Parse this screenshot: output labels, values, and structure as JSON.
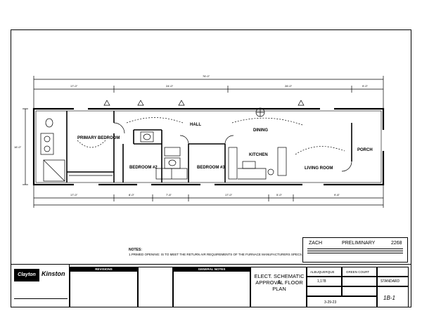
{
  "overall_dimension": "76'-0\"",
  "top_dims": [
    "17'-0\"",
    "24'-0\"",
    "26'-0\"",
    "9'-0\""
  ],
  "bottom_dims": [
    "17'-0\"",
    "8'-0\"",
    "7'-6\"",
    "17'-0\"",
    "5'-0\"",
    "9'-6\""
  ],
  "side_dim": "16'-0\"",
  "rooms": {
    "primary_bedroom": "PRIMARY BEDROOM",
    "hall": "HALL",
    "dining": "DINING",
    "kitchen": "KITCHEN",
    "porch": "PORCH",
    "living_room": "LIVING ROOM",
    "bedroom2": "BEDROOM #2",
    "bedroom3": "BEDROOM #3"
  },
  "notes": {
    "title": "NOTES:",
    "line1": "1.PRIMED OPENING: IS TO MEET THE RETURN AIR REQUIREMENTS OF THE FURNACE MANUFACTURERS SPECS."
  },
  "preliminary": {
    "name": "ZACH",
    "status": "PRELIMINARY",
    "number": "2268"
  },
  "brand": {
    "company": "Clayton",
    "model_line": "Kinston"
  },
  "title_block": {
    "revisions": "REVISIONS",
    "general_notes": "GENERAL NOTES",
    "drawing_title_line1": "ELECT. SCHEMATIC &",
    "drawing_title_line2": "APPROVAL FLOOR",
    "drawing_title_line3": "PLAN",
    "plant": "ALBUQUERQUE",
    "model": "GREEN COURT",
    "sqft": "1,178",
    "standard": "STANDARD",
    "sheet": "1B-1",
    "date": "3-29-23"
  },
  "colors": {
    "line": "#000000",
    "background": "#ffffff"
  }
}
